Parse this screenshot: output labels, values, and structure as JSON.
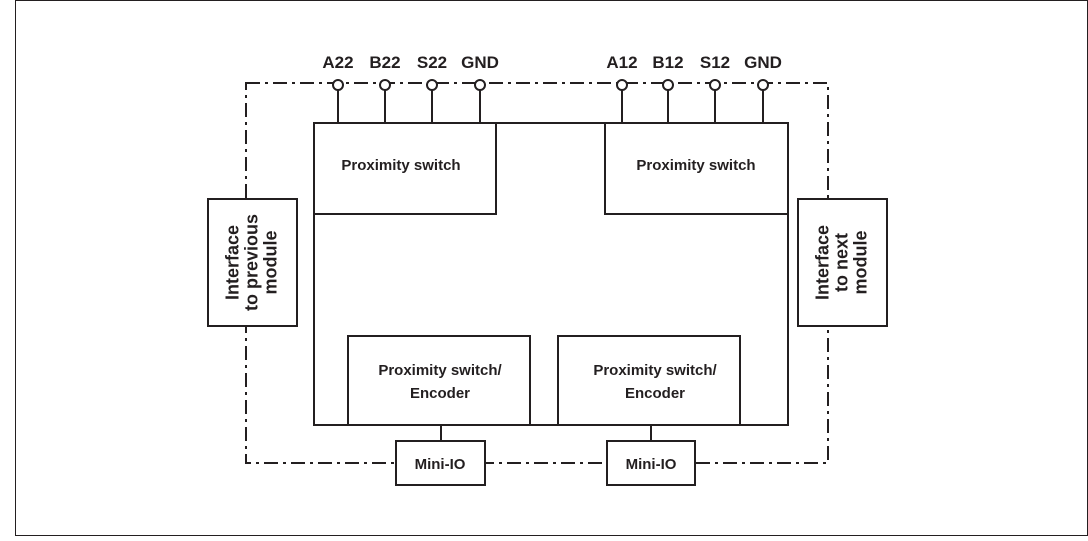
{
  "terminals_left": [
    "A22",
    "B22",
    "S22",
    "GND"
  ],
  "terminals_right": [
    "A12",
    "B12",
    "S12",
    "GND"
  ],
  "blocks": {
    "proximity_switch_left": "Proximity switch",
    "proximity_switch_right": "Proximity switch",
    "encoder_left": {
      "line1": "Proximity switch/",
      "line2": "Encoder"
    },
    "encoder_right": {
      "line1": "Proximity switch/",
      "line2": "Encoder"
    },
    "mini_io_left": "Mini-IO",
    "mini_io_right": "Mini-IO"
  },
  "interfaces": {
    "previous": {
      "line1": "Interface",
      "line2": "to previous",
      "line3": "module"
    },
    "next": {
      "line1": "Interface",
      "line2": "to next",
      "line3": "module"
    }
  },
  "colors": {
    "line": "#231f20",
    "frame": "#231f20",
    "background": "#ffffff"
  }
}
